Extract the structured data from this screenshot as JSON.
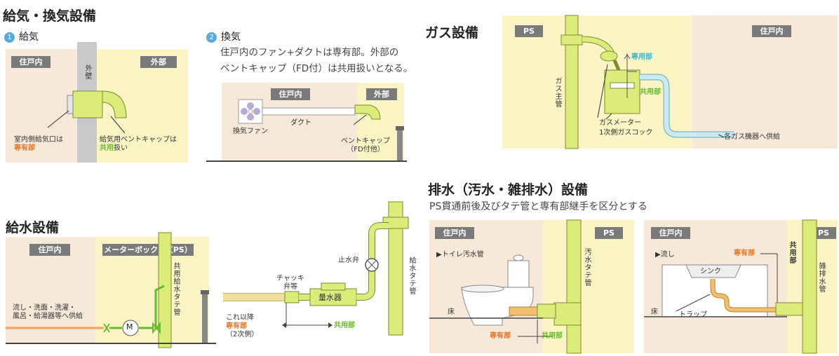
{
  "ventilation": {
    "title": "給気・換気設備",
    "supply": {
      "number": "1",
      "heading": "給気",
      "tag_inside": "住戸内",
      "tag_outside": "外部",
      "wall": "外壁",
      "label_left_1": "室内側給気口は",
      "label_left_2": "専有部",
      "label_right_1": "給気用ベントキャップは",
      "label_right_2": "共用",
      "label_right_3": "扱い"
    },
    "exhaust": {
      "number": "2",
      "heading": "換気",
      "desc_1": "住戸内のファン+ダクトは専有部。外部の",
      "desc_2": "ベントキャップ（FD付）は共用扱いとなる。",
      "tag_inside": "住戸内",
      "tag_outside": "外部",
      "fan": "換気ファン",
      "duct": "ダクト",
      "cap_1": "ベントキャップ",
      "cap_2": "（FD付他）"
    }
  },
  "gas": {
    "title": "ガス設備",
    "tag_ps": "PS",
    "tag_inside": "住戸内",
    "main_pipe": "ガス主管",
    "private": "専用部",
    "common": "共用部",
    "meter": "ガスメーター",
    "cock": "1次側ガスコック",
    "supply": "各ガス機器へ供給"
  },
  "drain": {
    "title": "排水（汚水・雑排水）設備",
    "subtitle": "PS貫通前後及びタテ管と専有部継手を区分とする",
    "toilet_panel": {
      "tag_inside": "住戸内",
      "tag_ps": "PS",
      "item": "▶トイレ汚水管",
      "floor": "床",
      "riser": "汚水タテ管",
      "private": "専有部",
      "common": "共用部"
    },
    "sink_panel": {
      "tag_inside": "住戸内",
      "tag_ps": "PS",
      "item": "▶流し",
      "private": "専有部",
      "common": "共用部",
      "sink": "シンク",
      "floor": "床",
      "trap": "トラップ",
      "riser": "雑排水管"
    }
  },
  "water": {
    "title": "給水設備",
    "tag_inside": "住戸内",
    "tag_meterbox": "メーターボックス（PS）",
    "riser_common": "共用給水タテ管",
    "supply_1": "流し・洗面・洗濯・",
    "supply_2": "風呂・給湯器等へ供給",
    "meter_symbol": "M",
    "check_valve_1": "チャッキ",
    "check_valve_2": "弁等",
    "stop_valve": "止水弁",
    "water_meter": "量水器",
    "riser": "給水タテ管",
    "after_1": "これ以降",
    "after_2": "専有部",
    "after_3": "（2次側）",
    "common": "共用部"
  }
}
